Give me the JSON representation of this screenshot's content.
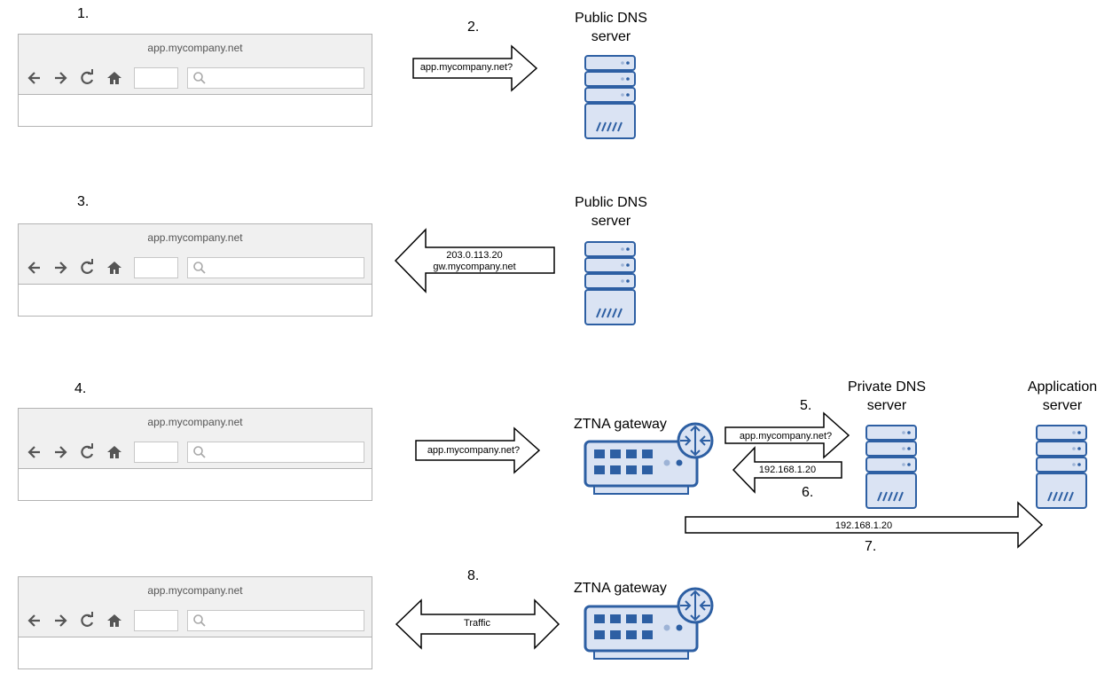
{
  "steps": [
    "1.",
    "2.",
    "3.",
    "4.",
    "5.",
    "6.",
    "7.",
    "8."
  ],
  "browser": {
    "url": "app.mycompany.net"
  },
  "nodes": {
    "public_dns": "Public DNS server",
    "ztna_gateway": "ZTNA gateway",
    "private_dns": "Private DNS server",
    "app_server": "Application server"
  },
  "arrows": {
    "query": "app.mycompany.net?",
    "public_reply_ip": "203.0.113.20",
    "public_reply_host": "gw.mycompany.net",
    "private_reply_ip": "192.168.1.20",
    "traffic": "Traffic"
  },
  "colors": {
    "accent": "#2d5fa3",
    "server_fill": "#dae3f3",
    "outline": "#000000"
  }
}
